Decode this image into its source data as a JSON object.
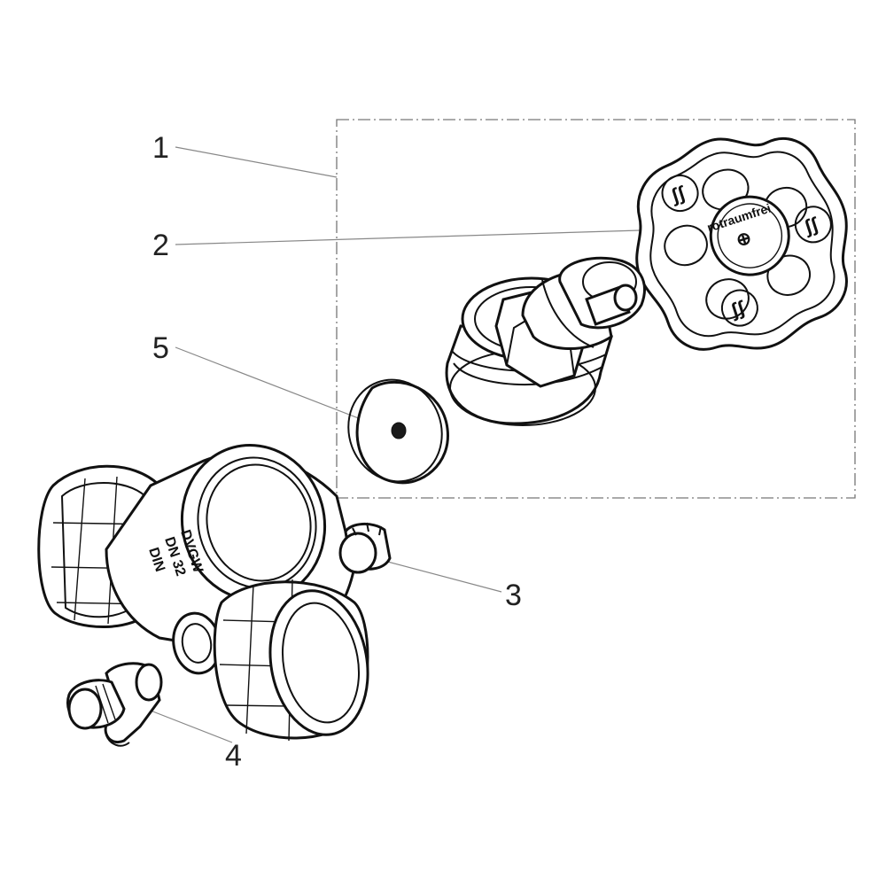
{
  "callouts": [
    "1",
    "2",
    "3",
    "4",
    "5"
  ],
  "handwheel_text": "rotraumfrei",
  "body_markings": [
    "DVGW",
    "DN 32",
    "DIN"
  ]
}
